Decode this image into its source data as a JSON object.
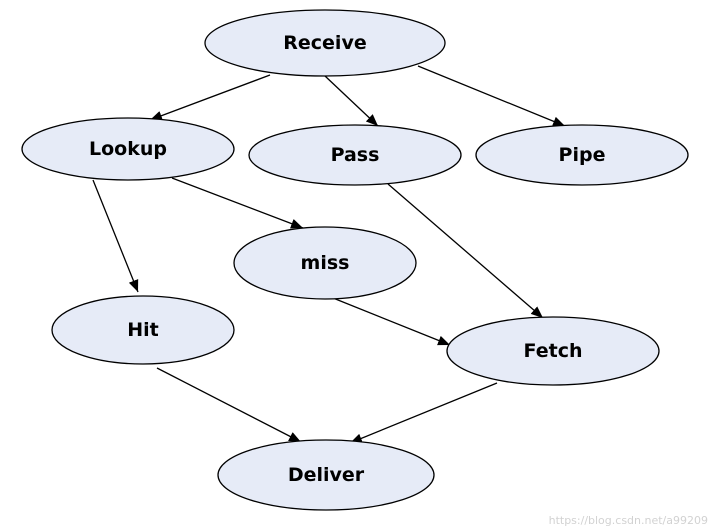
{
  "diagram": {
    "nodes": [
      {
        "id": "receive",
        "label": "Receive"
      },
      {
        "id": "lookup",
        "label": "Lookup"
      },
      {
        "id": "pass",
        "label": "Pass"
      },
      {
        "id": "pipe",
        "label": "Pipe"
      },
      {
        "id": "miss",
        "label": "miss"
      },
      {
        "id": "hit",
        "label": "Hit"
      },
      {
        "id": "fetch",
        "label": "Fetch"
      },
      {
        "id": "deliver",
        "label": "Deliver"
      }
    ],
    "edges": [
      {
        "from": "receive",
        "to": "lookup"
      },
      {
        "from": "receive",
        "to": "pass"
      },
      {
        "from": "receive",
        "to": "pipe"
      },
      {
        "from": "lookup",
        "to": "hit"
      },
      {
        "from": "lookup",
        "to": "miss"
      },
      {
        "from": "pass",
        "to": "fetch"
      },
      {
        "from": "miss",
        "to": "fetch"
      },
      {
        "from": "hit",
        "to": "deliver"
      },
      {
        "from": "fetch",
        "to": "deliver"
      }
    ],
    "node_fill": "#e6ebf7",
    "edge_color": "#000000"
  },
  "watermark": {
    "text": "https://blog.csdn.net/a99209"
  }
}
